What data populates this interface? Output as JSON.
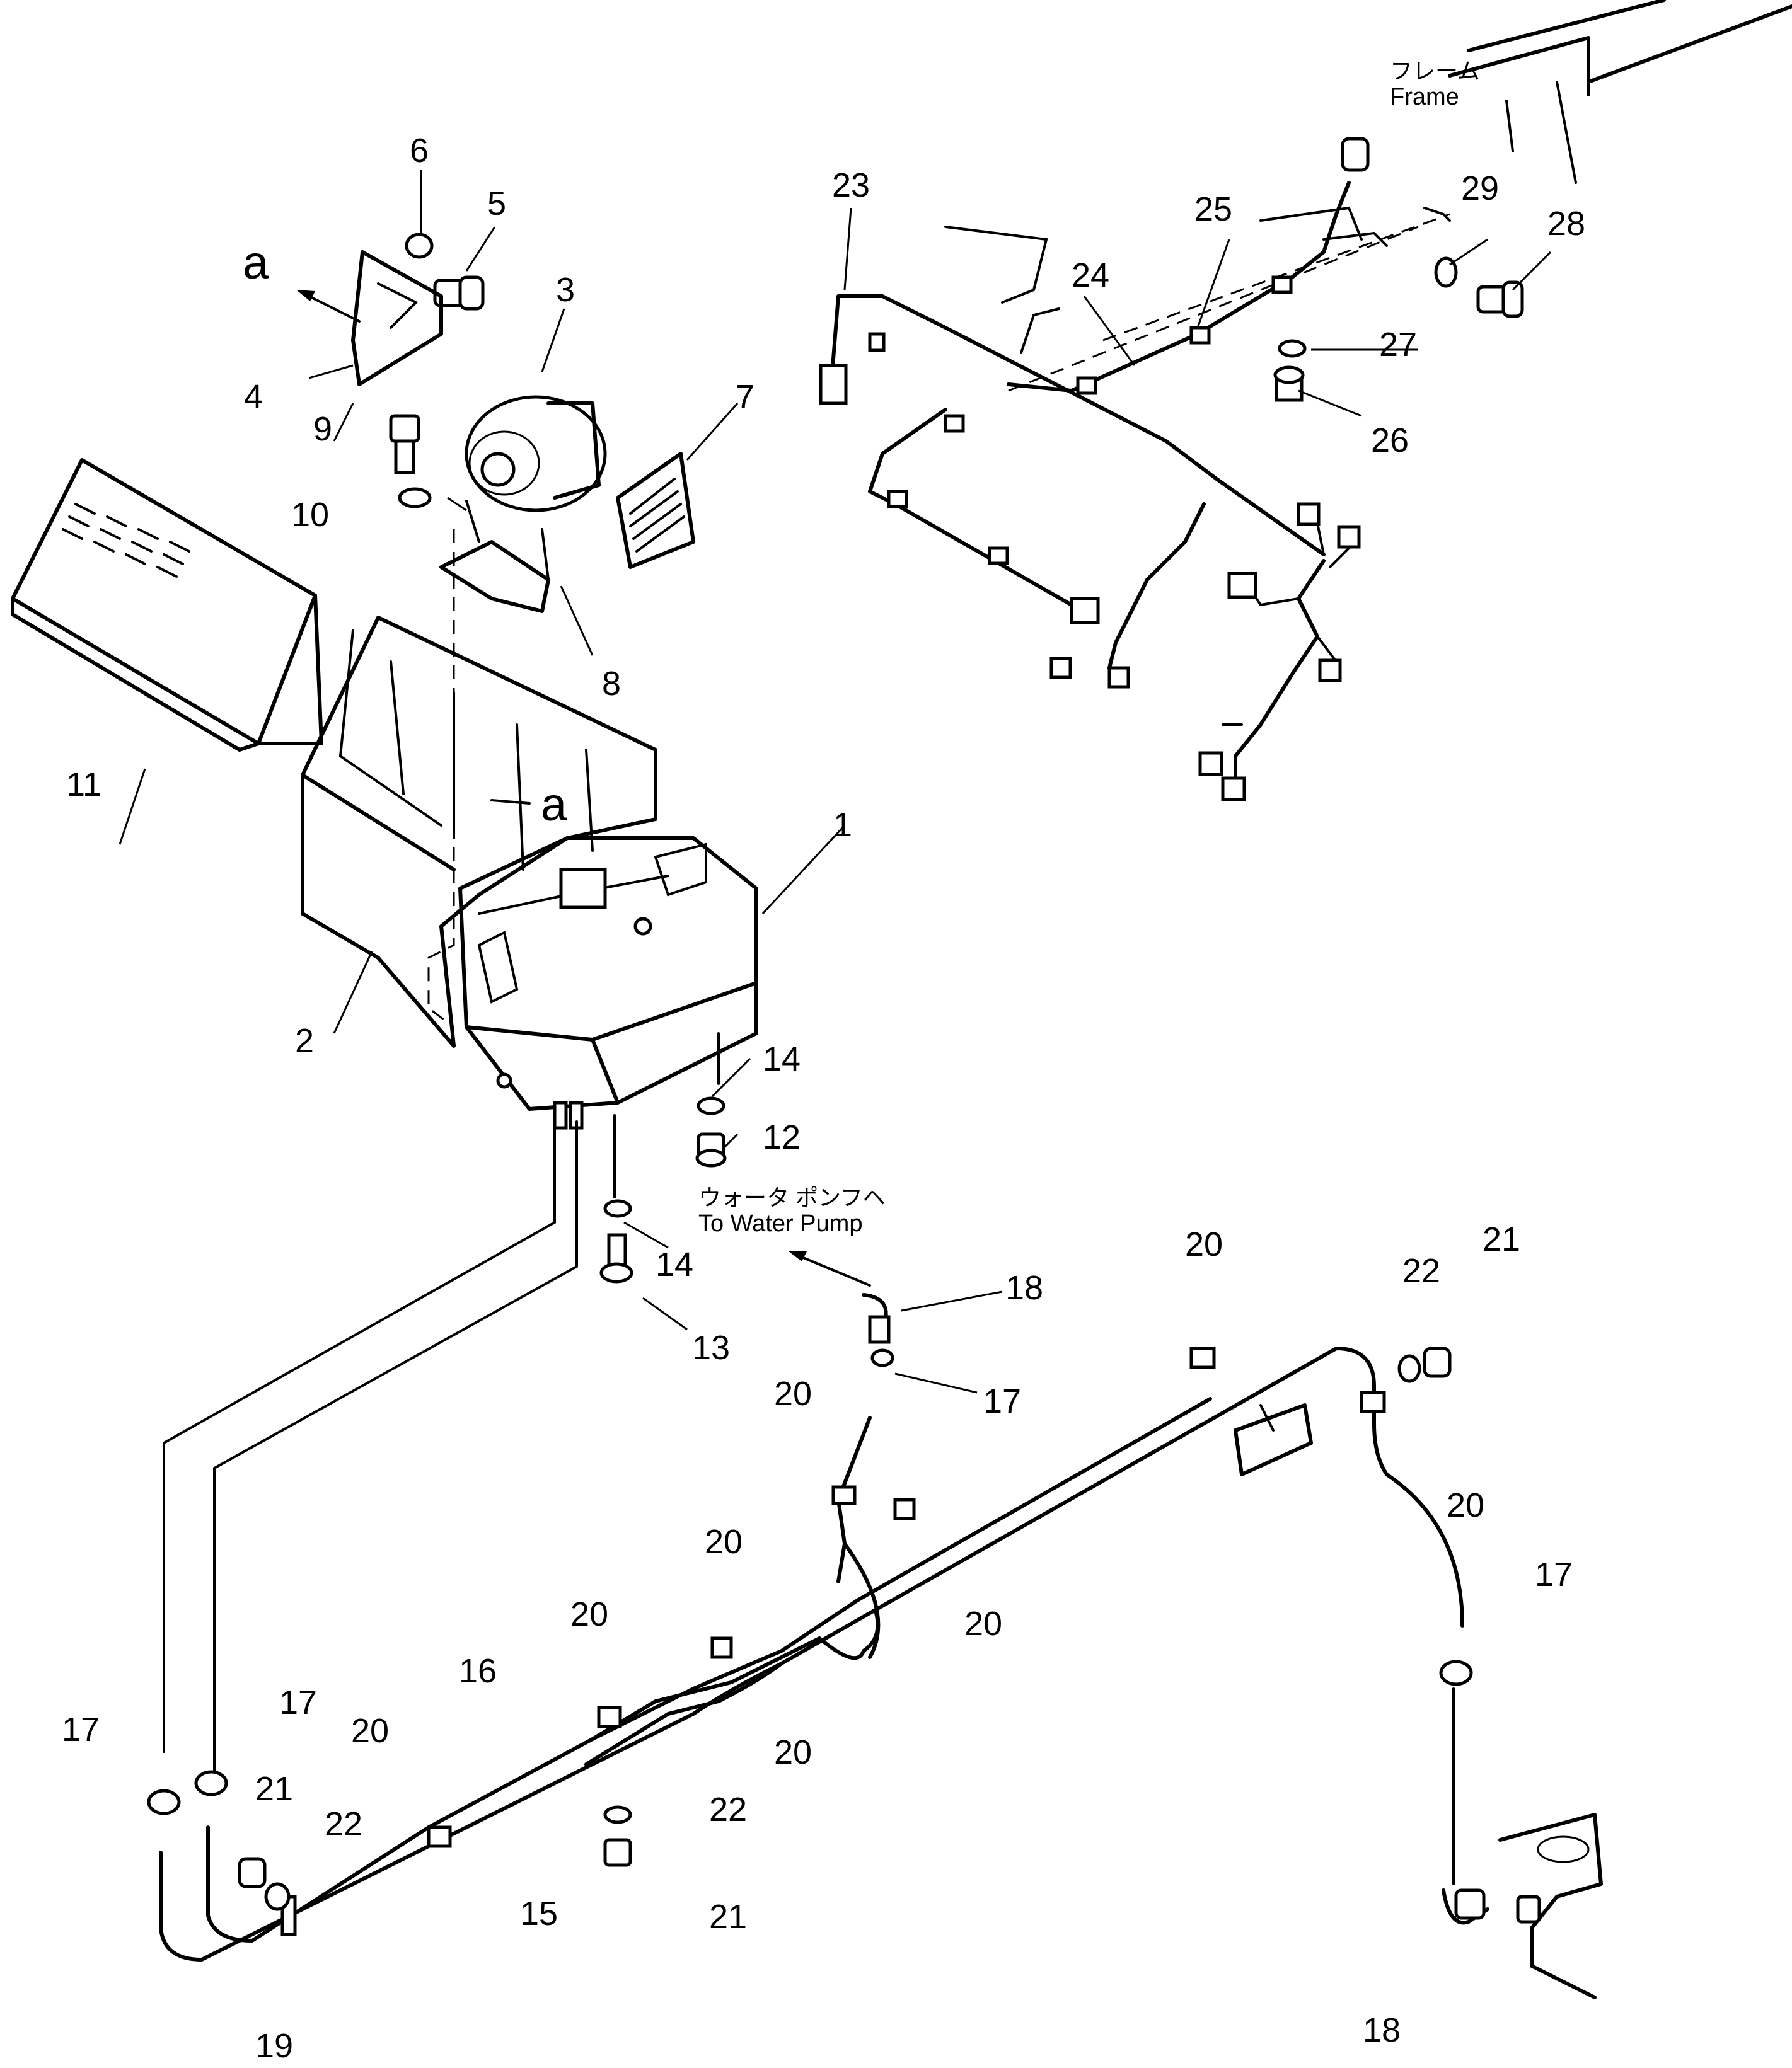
{
  "notes": {
    "frame_jp": "フレーム",
    "frame_en": "Frame",
    "water_jp": "ウォータ ポンフヘ",
    "water_en": "To Water Pump"
  },
  "view_marker": "a",
  "labels": {
    "n1": "1",
    "n2": "2",
    "n3": "3",
    "n4": "4",
    "n5": "5",
    "n6": "6",
    "n7": "7",
    "n8": "8",
    "n9": "9",
    "n10": "10",
    "n11": "11",
    "n12": "12",
    "n13": "13",
    "n14": "14",
    "n15": "15",
    "n16": "16",
    "n17": "17",
    "n18": "18",
    "n19": "19",
    "n20": "20",
    "n21": "21",
    "n22": "22",
    "n23": "23",
    "n24": "24",
    "n25": "25",
    "n26": "26",
    "n27": "27",
    "n28": "28",
    "n29": "29"
  }
}
